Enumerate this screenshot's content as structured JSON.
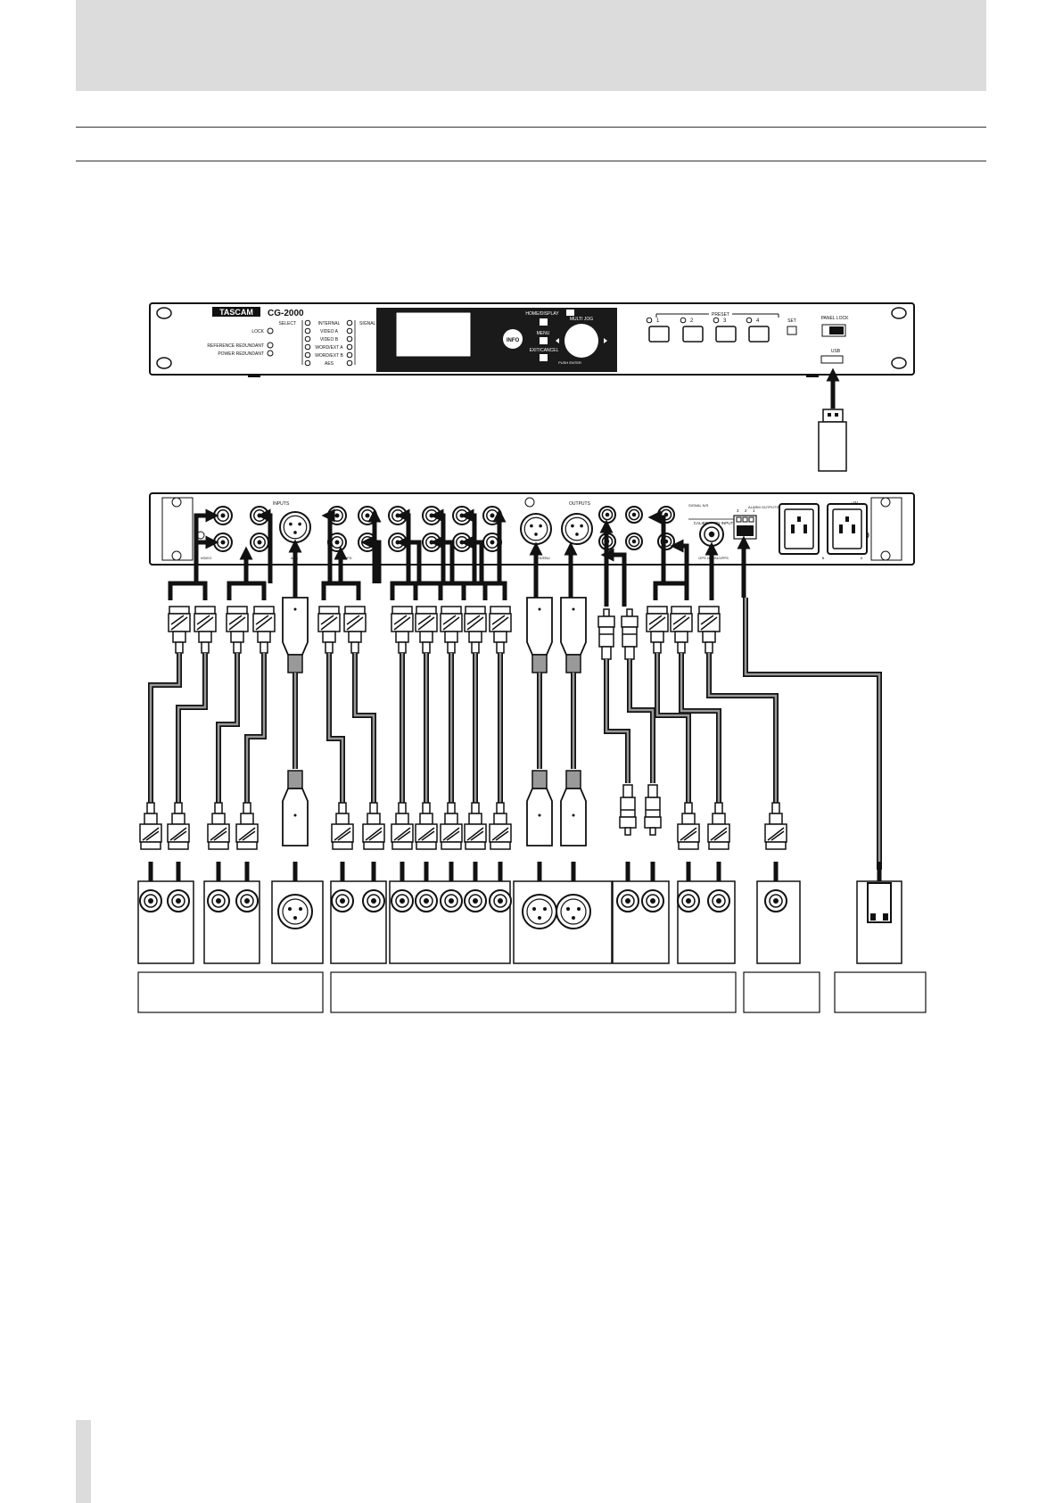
{
  "front_panel": {
    "brand": "TASCAM",
    "model": "CG-2000",
    "status_leds": [
      "LOCK",
      "REFERENCE REDUNDANT",
      "POWER REDUNDANT"
    ],
    "select_label": "SELECT",
    "signal_label": "SIGNAL",
    "sources": [
      "INTERNAL",
      "VIDEO A",
      "VIDEO B",
      "WORD/EXT A",
      "WORD/EXT B",
      "AES"
    ],
    "info_button": "INFO",
    "home_display": "HOME/DISPLAY",
    "menu": "MENU",
    "exit_cancel": "EXIT/CANCEL",
    "multi_jog": "MULTI JOG",
    "push_enter": "PUSH ENTER",
    "preset_label": "PRESET",
    "presets": [
      "1",
      "2",
      "3",
      "4"
    ],
    "set": "SET",
    "panel_lock": "PANEL LOCK",
    "usb": "USB"
  },
  "rear_panel": {
    "inputs_label": "INPUTS",
    "outputs_label": "OUTPUTS",
    "video_label": "VIDEO",
    "aes_label": "AES",
    "wfd_label": "WFD",
    "aes_outputs_label": "AES/EBU",
    "signal_label": "SIGNAL N/S",
    "calibration_input": "CALIBRATION INPUT",
    "gps_label": "GPS 10MHz/1PPS",
    "alarm_outputs": "ALARM OUTPUTS",
    "alarm_pins": [
      "3",
      "2",
      "1"
    ],
    "ac_in": "~IN",
    "ac_labels": [
      "B",
      "A"
    ]
  }
}
